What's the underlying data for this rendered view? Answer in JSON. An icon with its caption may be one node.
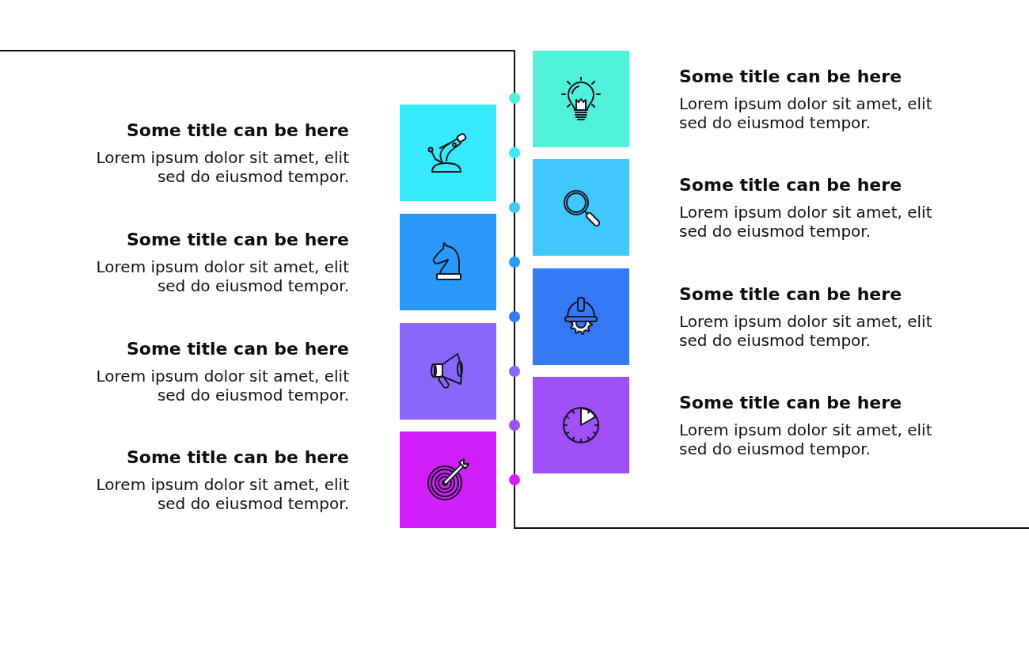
{
  "diagram": {
    "nodes": [
      {
        "text": [
          "Some title can be here",
          "Lorem ipsum dolor sit amet, elit sed do eiusmod tempor."
        ]
      },
      {
        "text": [
          "Some title can be here",
          "Lorem ipsum dolor sit amet, elit sed do eiusmod tempor."
        ]
      },
      {
        "text": [
          "Some title can be here",
          "Lorem ipsum dolor sit amet, elit sed do eiusmod tempor."
        ]
      },
      {
        "text": [
          "Some title can be here",
          "Lorem ipsum dolor sit amet, elit sed do eiusmod tempor."
        ]
      },
      {
        "text": [
          "Some title can be here",
          "Lorem ipsum dolor sit amet, elit sed do eiusmod tempor."
        ]
      },
      {
        "text": [
          "Some title can be here",
          "Lorem ipsum dolor sit amet, elit sed do eiusmod tempor."
        ]
      },
      {
        "text": [
          "Some title can be here",
          "Lorem ipsum dolor sit amet, elit sed do eiusmod tempor."
        ]
      },
      {
        "text": [
          "Some title can be here",
          "Lorem ipsum dolor sit amet, elit sed do eiusmod tempor."
        ]
      }
    ]
  }
}
